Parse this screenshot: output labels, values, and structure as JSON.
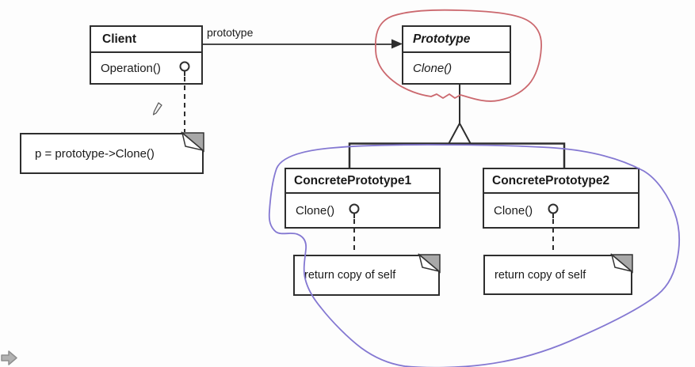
{
  "colors": {
    "outline": "#2e2e2e",
    "red_annotation": "#cb686e",
    "blue_annotation": "#8478d2",
    "note_fold_gray": "#a8a8a8",
    "nav_arrow_gray": "#b2b2b2"
  },
  "classes": {
    "client": {
      "name": "Client",
      "method": "Operation()"
    },
    "prototype": {
      "name": "Prototype",
      "method": "Clone()"
    },
    "concrete1": {
      "name": "ConcretePrototype1",
      "method": "Clone()"
    },
    "concrete2": {
      "name": "ConcretePrototype2",
      "method": "Clone()"
    }
  },
  "labels": {
    "association": "prototype"
  },
  "notes": {
    "client_note": "p = prototype->Clone()",
    "concrete1_note": "return copy of self",
    "concrete2_note": "return copy of self"
  },
  "icons": {
    "pen_cursor": "pen-cursor",
    "nav_arrow": "next-slide-arrow",
    "lollipop": "interface-lollipop",
    "inheritance": "hollow-triangle-generalization"
  }
}
